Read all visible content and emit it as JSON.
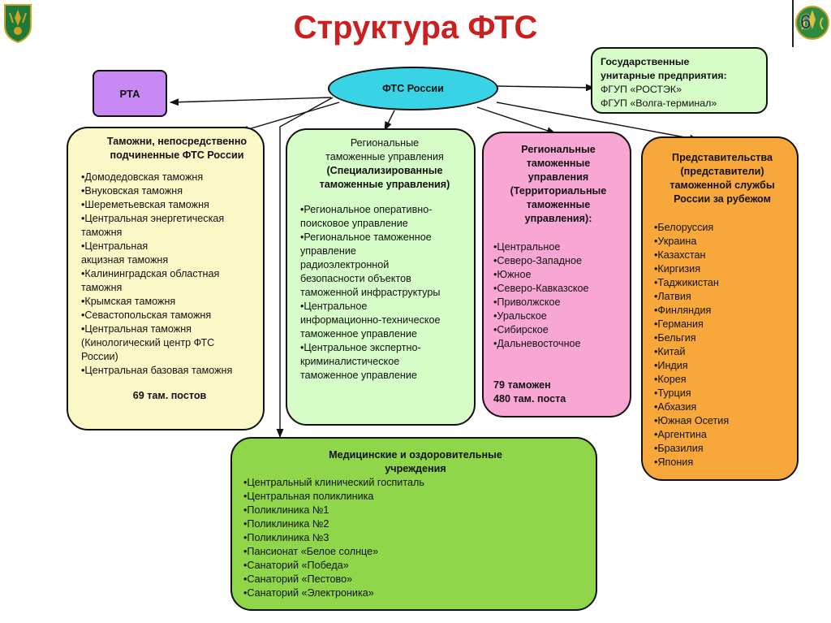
{
  "title": "Структура ФТС",
  "slide_number": "6",
  "icons": {
    "left": "customs-emblem-icon",
    "right": "customs-emblem-icon"
  },
  "colors": {
    "title": "#cc1f1f",
    "fts": "#38d4e6",
    "rta": "#c889f4",
    "customs": "#fbf8c8",
    "specialized": "#d6fcc8",
    "territorial": "#f8a6d4",
    "representatives": "#f8a83a",
    "medical": "#8fd64a",
    "unitary": "#d6fcc8"
  },
  "fts_node": "ФТС России",
  "rta_node": "РТА",
  "unitary": {
    "lines": [
      "Государственные",
      "унитарные предприятия:",
      "ФГУП «РОСТЭК»",
      "ФГУП «Волга-терминал»"
    ]
  },
  "customs": {
    "title_lines": [
      "Таможни, непосредственно",
      "подчиненные ФТС России"
    ],
    "items": [
      "•Домодедовская таможня",
      "•Внуковская таможня",
      "•Шереметьевская таможня",
      "•Центральная энергетическая",
      "таможня",
      "•Центральная",
      "акцизная таможня",
      "•Калининградская областная",
      "таможня",
      "•Крымская таможня",
      "•Севастопольская таможня",
      "•Центральная таможня",
      "(Кинологический центр ФТС",
      "России)",
      "•Центральная базовая таможня"
    ],
    "footer": "69 там. постов"
  },
  "specialized": {
    "title_lines": [
      "Региональные",
      "таможенные управления",
      "(Специализированные",
      "таможенные управления)"
    ],
    "items": [
      "•Региональное оперативно-",
      "поисковое управление",
      "•Региональное таможенное",
      "управление",
      "радиоэлектронной",
      "безопасности объектов",
      "таможенной инфраструктуры",
      "•Центральное",
      "информационно-техническое",
      "таможенное управление",
      "•Центральное экспертно-",
      "криминалистическое",
      "таможенное управление"
    ]
  },
  "territorial": {
    "title_lines": [
      "Региональные",
      "таможенные",
      "управления",
      "(Территориальные",
      "таможенные",
      "управления):"
    ],
    "items": [
      "•Центральное",
      "•Северо-Западное",
      "•Южное",
      "•Северо-Кавказское",
      "•Приволжское",
      "•Уральское",
      "•Сибирское",
      "•Дальневосточное"
    ],
    "footer_lines": [
      "79 таможен",
      "480 там. поста"
    ]
  },
  "representatives": {
    "title_lines": [
      "Представительства",
      "(представители)",
      "таможенной службы",
      "России за рубежом"
    ],
    "items": [
      "•Белоруссия",
      "•Украина",
      "•Казахстан",
      "•Киргизия",
      "•Таджикистан",
      "•Латвия",
      "•Финляндия",
      "•Германия",
      "•Бельгия",
      "•Китай",
      "•Индия",
      "•Корея",
      "•Турция",
      "•Абхазия",
      "•Южная Осетия",
      "•Аргентина",
      "•Бразилия",
      "•Япония"
    ]
  },
  "medical": {
    "title_lines": [
      "Медицинские и оздоровительные",
      "учреждения"
    ],
    "items": [
      "•Центральный клинический госпиталь",
      "•Центральная поликлиника",
      "•Поликлиника №1",
      "•Поликлиника №2",
      "•Поликлиника №3",
      "•Пансионат «Белое солнце»",
      "•Санаторий «Победа»",
      "•Санаторий «Пестово»",
      "•Санаторий «Электроника»"
    ]
  }
}
